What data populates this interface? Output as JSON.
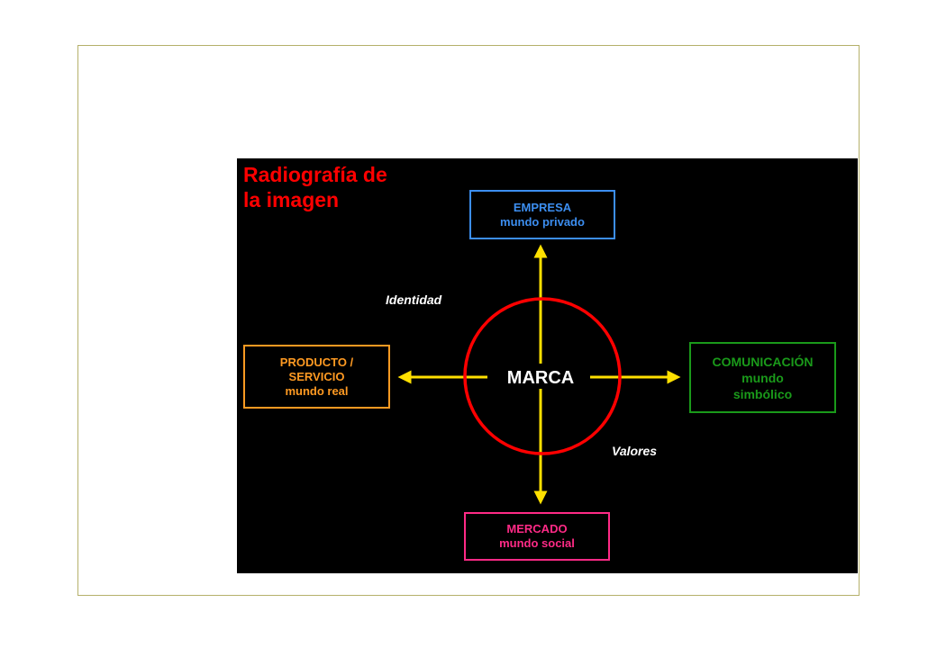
{
  "title": {
    "line1": "Radiografía de",
    "line2": "la imagen"
  },
  "center": {
    "label": "MARCA"
  },
  "boxes": {
    "top": {
      "line1": "EMPRESA",
      "line2": "mundo privado",
      "color": "#3c8ef0"
    },
    "left": {
      "line1": "PRODUCTO /",
      "line2": "SERVICIO",
      "line3": "mundo real",
      "color": "#ff9a22"
    },
    "right": {
      "line1": "COMUNICACIÓN",
      "line2": "mundo",
      "line3": "simbólico",
      "color": "#1a9a1a"
    },
    "bottom": {
      "line1": "MERCADO",
      "line2": "mundo social",
      "color": "#ff2a86"
    }
  },
  "labels": {
    "identidad": "Identidad",
    "valores": "Valores"
  },
  "colors": {
    "background": "#000000",
    "title": "#ff0000",
    "circle": "#ff0000",
    "arrows": "#ffe000",
    "center_text": "#ffffff"
  }
}
